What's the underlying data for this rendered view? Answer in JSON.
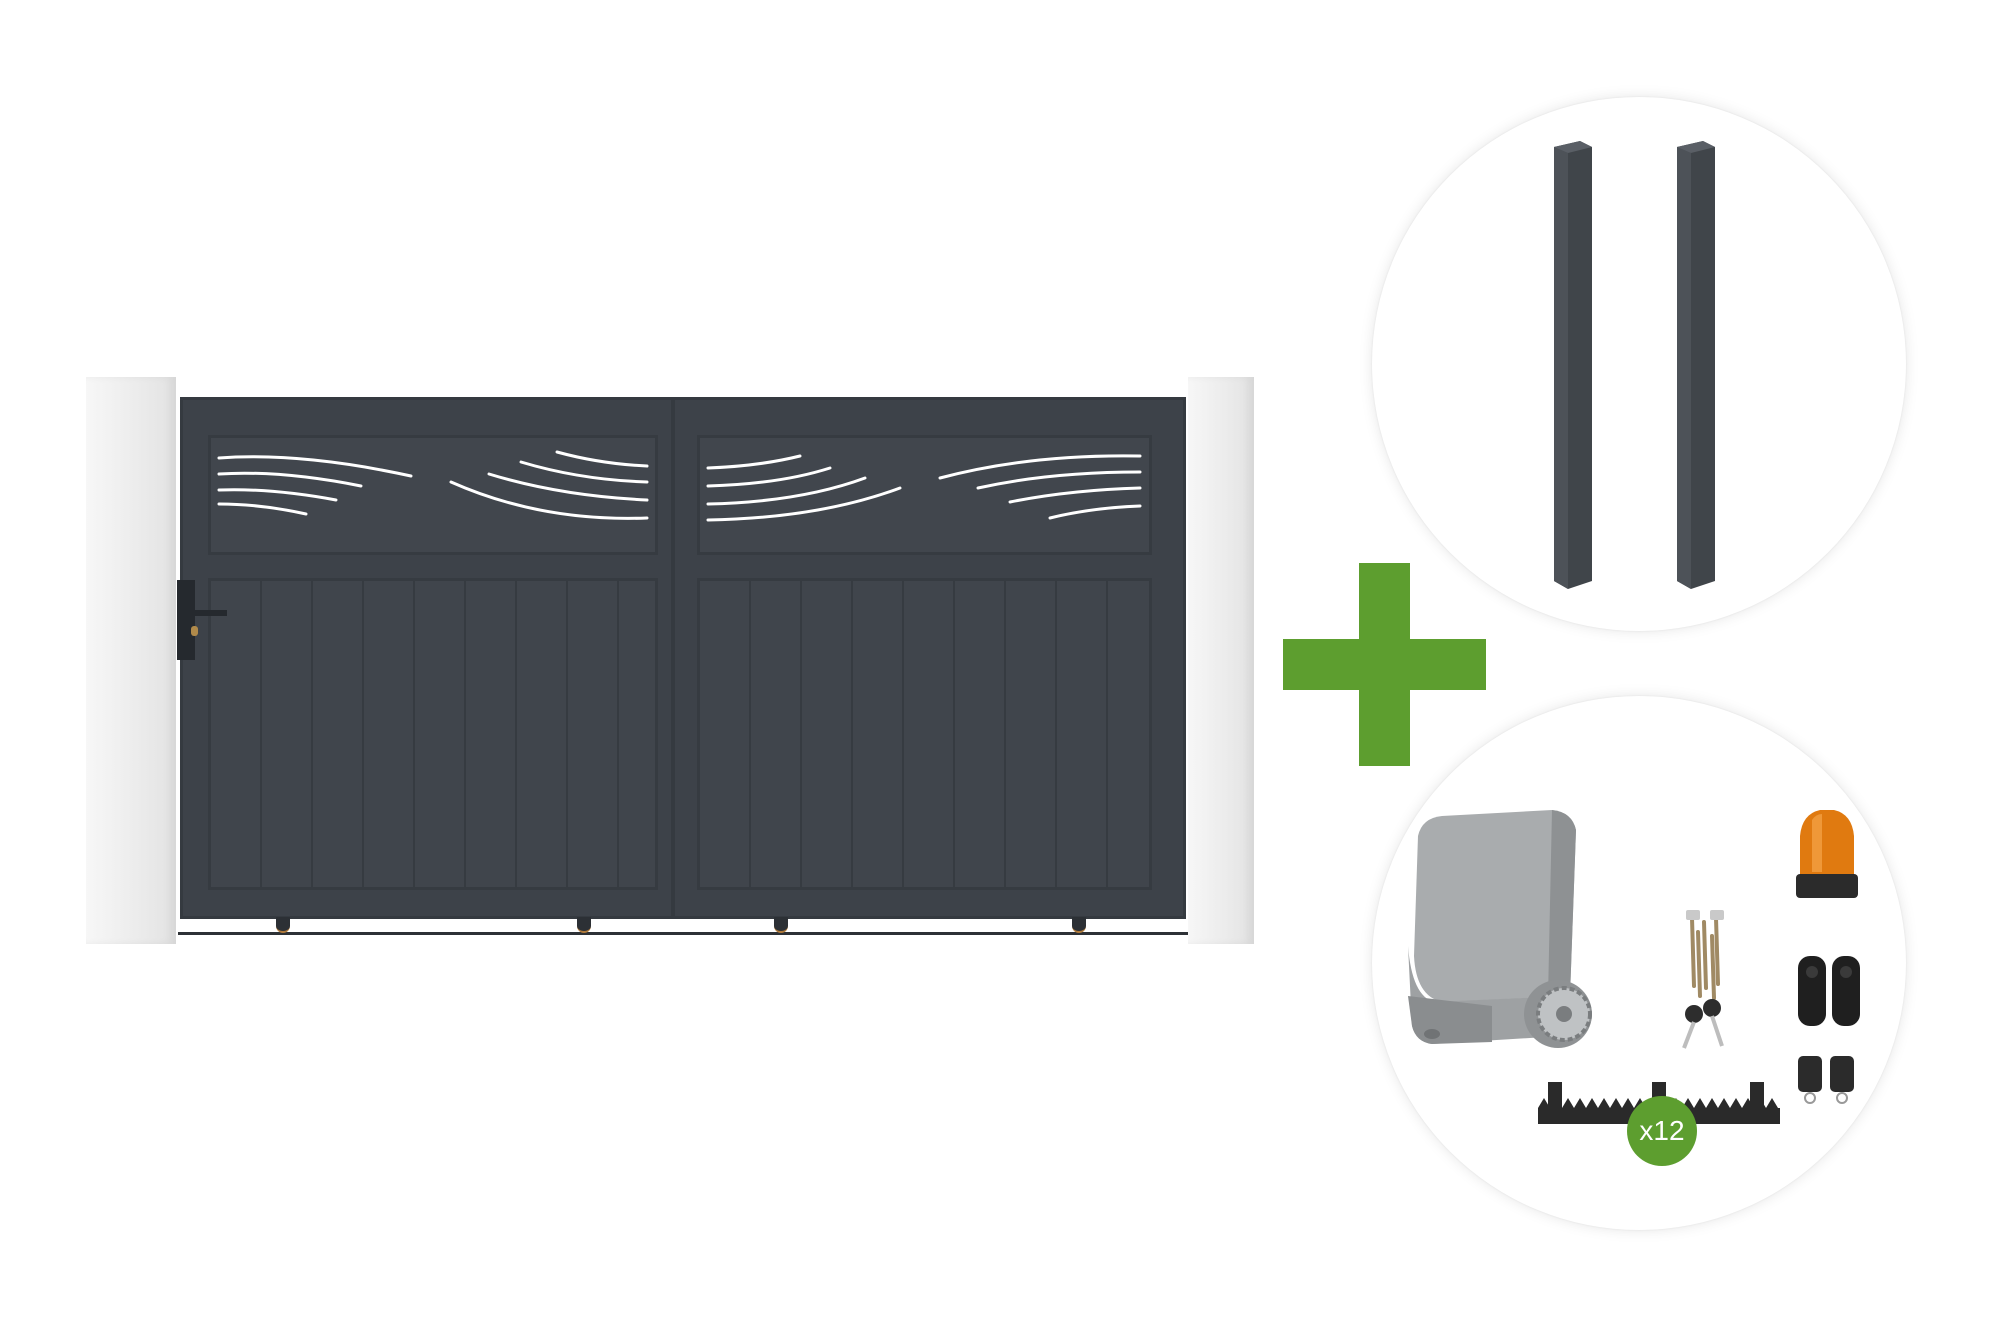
{
  "kit": {
    "gate": {
      "name": "sliding-gate",
      "leaves": 2,
      "color": "#3d4249"
    },
    "connector_icon": "plus-icon",
    "accent_color": "#5d9e2f",
    "posts": {
      "icon": "gate-post-icon",
      "count": 2,
      "color": "#40454a"
    },
    "motor_kit": {
      "icons": [
        "gate-motor-icon",
        "flashing-lamp-icon",
        "anchor-bolts-icon",
        "keys-icon",
        "photocell-icon",
        "remote-control-icon",
        "gear-rack-icon"
      ],
      "rack_quantity_label": "x12"
    }
  }
}
